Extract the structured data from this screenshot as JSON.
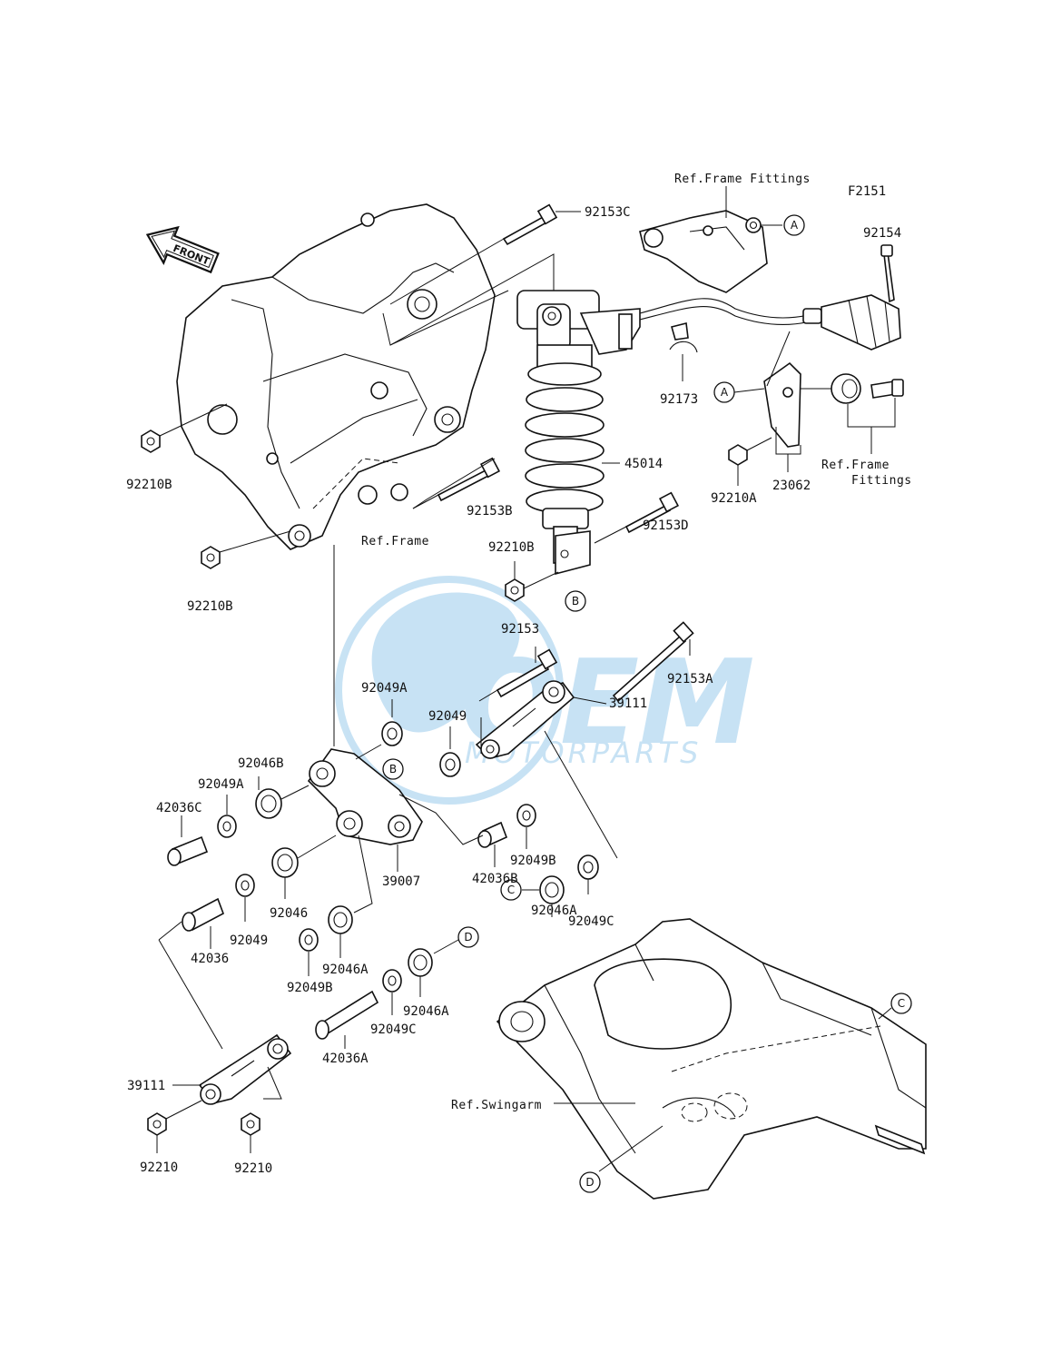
{
  "diagram_code": "F2151",
  "front_label": "FRONT",
  "watermark": {
    "brand": "OEM",
    "sub": "MOTORPARTS",
    "color": "#3a9ad9"
  },
  "ref_labels": {
    "frame_fittings_top": "Ref.Frame Fittings",
    "frame_fittings_right_1": "Ref.Frame",
    "frame_fittings_right_2": "Fittings",
    "frame": "Ref.Frame",
    "swingarm": "Ref.Swingarm"
  },
  "callouts": {
    "a": "A",
    "b": "B",
    "c": "C",
    "d": "D"
  },
  "parts": {
    "p92153C": "92153C",
    "p92154": "92154",
    "p92173": "92173",
    "p23062": "23062",
    "p92210A": "92210A",
    "p92210B_top": "92210B",
    "p92210B_mid": "92210B",
    "p92210B_shock": "92210B",
    "p92153B": "92153B",
    "p45014": "45014",
    "p92153D": "92153D",
    "p92153": "92153",
    "p92153A": "92153A",
    "p39111_top": "39111",
    "p92049A_top": "92049A",
    "p92049_top": "92049",
    "p92046B": "92046B",
    "p92049A_left": "92049A",
    "p42036C": "42036C",
    "p39007": "39007",
    "p42036B": "42036B",
    "p92049B_right": "92049B",
    "p92049C_right": "92049C",
    "p92046A_right": "92046A",
    "p92046": "92046",
    "p92049_left": "92049",
    "p42036": "42036",
    "p92046A_mid": "92046A",
    "p92049B_mid": "92049B",
    "p92049C_mid": "92049C",
    "p92046A_low": "92046A",
    "p42036A": "42036A",
    "p39111_low": "39111",
    "p92210_left": "92210",
    "p92210_right": "92210"
  }
}
